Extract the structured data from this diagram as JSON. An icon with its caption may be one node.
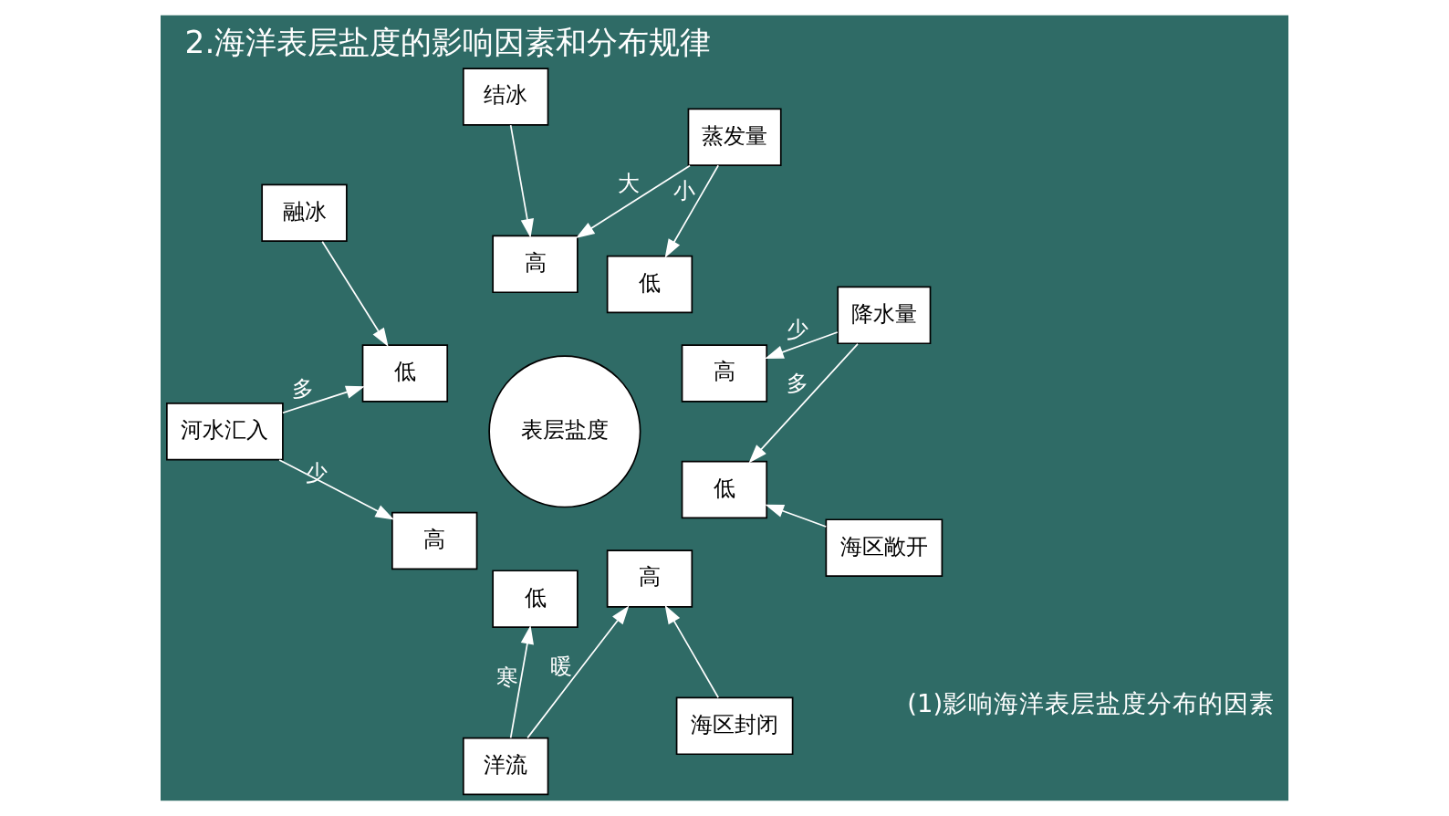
{
  "diagram": {
    "title": "2.海洋表层盐度的影响因素和分布规律",
    "nodes": [
      {
        "text": [
          "降水量"
        ]
      },
      {
        "text": [
          "蒸发量"
        ]
      },
      {
        "text": [
          "高"
        ]
      },
      {
        "text": [
          "低"
        ]
      },
      {
        "text": [
          "海区敞开"
        ]
      },
      {
        "text": [
          "低"
        ]
      },
      {
        "text": [
          "表层盐度"
        ]
      },
      {
        "text": [
          "高"
        ]
      },
      {
        "text": [
          "结冰"
        ]
      },
      {
        "text": [
          "高"
        ]
      },
      {
        "text": [
          "低"
        ]
      },
      {
        "text": [
          "融冰"
        ]
      },
      {
        "text": [
          "海区封闭"
        ]
      },
      {
        "text": [
          "低"
        ]
      },
      {
        "text": [
          "高"
        ]
      },
      {
        "text": [
          "洋流"
        ]
      },
      {
        "text": [
          "河水汇入"
        ]
      }
    ],
    "edges": [
      {
        "from": 0,
        "to": 2,
        "arrow": "to",
        "label": "少"
      },
      {
        "from": 0,
        "to": 5,
        "arrow": "to",
        "label": "多"
      },
      {
        "from": 1,
        "to": 3,
        "arrow": "to",
        "label": "小"
      },
      {
        "from": 1,
        "to": 7,
        "arrow": "to",
        "label": "大"
      },
      {
        "from": 4,
        "to": 5,
        "arrow": "to"
      },
      {
        "from": 8,
        "to": 7,
        "arrow": "to"
      },
      {
        "from": 11,
        "to": 10,
        "arrow": "to"
      },
      {
        "from": 12,
        "to": 9,
        "arrow": "to"
      },
      {
        "from": 15,
        "to": 9,
        "arrow": "to",
        "label": "暖"
      },
      {
        "from": 15,
        "to": 13,
        "arrow": "to",
        "label": "寒"
      },
      {
        "from": 16,
        "to": 10,
        "arrow": "to",
        "label": "多"
      },
      {
        "from": 16,
        "to": 14,
        "arrow": "to",
        "label": "少"
      }
    ],
    "labels": [
      "(1)影响海洋表层盐度分布的因素"
    ]
  }
}
